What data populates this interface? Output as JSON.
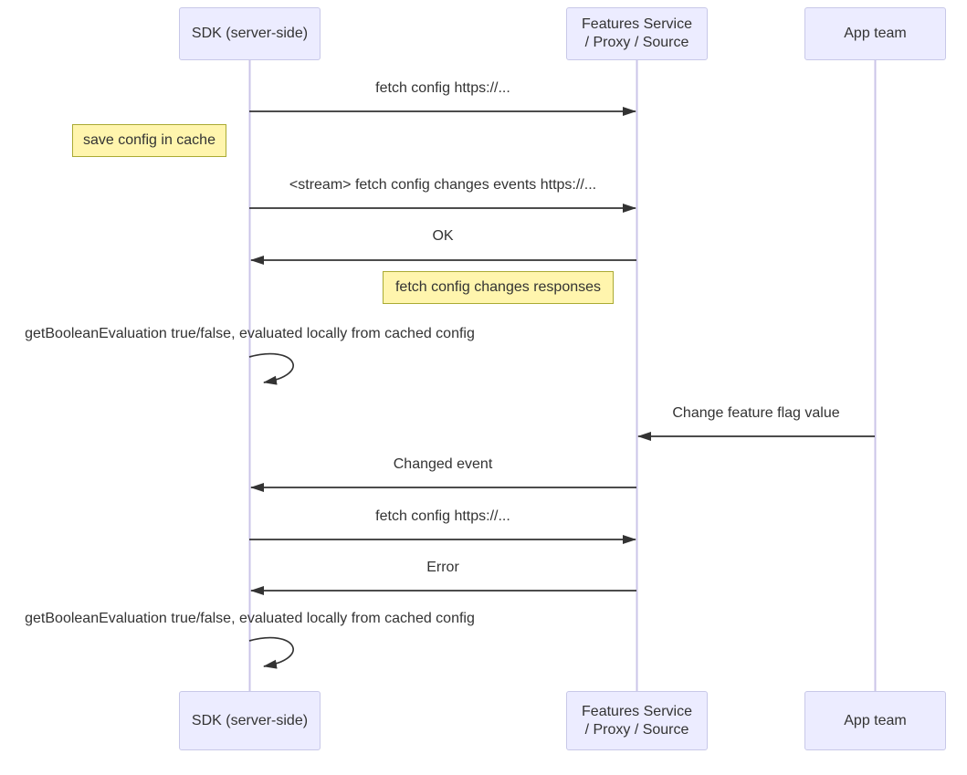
{
  "diagram_type": "sequence",
  "colors": {
    "background": "#FFFFFF",
    "actor_fill": "#ECECFF",
    "actor_border": "#C8C8E8",
    "note_fill": "#FFF5AD",
    "note_border": "#AAAA33",
    "lifeline": "#CBC5E8",
    "arrow": "#333333",
    "text": "#333333"
  },
  "actors": [
    {
      "id": "sdk",
      "label": "SDK (server-side)"
    },
    {
      "id": "features-service",
      "label": "Features Service\n/ Proxy / Source"
    },
    {
      "id": "app-team",
      "label": "App team"
    }
  ],
  "messages": [
    {
      "label": "fetch config https://...",
      "from": "sdk",
      "to": "features-service",
      "direction": "right"
    },
    {
      "label": "<stream> fetch config changes events https://...",
      "from": "sdk",
      "to": "features-service",
      "direction": "right"
    },
    {
      "label": "OK",
      "from": "features-service",
      "to": "sdk",
      "direction": "left"
    },
    {
      "label": "getBooleanEvaluation true/false, evaluated locally from cached config",
      "from": "sdk",
      "to": "sdk",
      "direction": "self"
    },
    {
      "label": "Change feature flag value",
      "from": "app-team",
      "to": "features-service",
      "direction": "left"
    },
    {
      "label": "Changed event",
      "from": "features-service",
      "to": "sdk",
      "direction": "left"
    },
    {
      "label": "fetch config https://...",
      "from": "sdk",
      "to": "features-service",
      "direction": "right"
    },
    {
      "label": "Error",
      "from": "features-service",
      "to": "sdk",
      "direction": "left"
    },
    {
      "label": "getBooleanEvaluation true/false, evaluated locally from cached config",
      "from": "sdk",
      "to": "sdk",
      "direction": "self"
    }
  ],
  "notes": [
    {
      "label": "save config in cache",
      "position": "left of sdk"
    },
    {
      "label": "fetch config changes responses",
      "position": "left of features-service"
    }
  ]
}
